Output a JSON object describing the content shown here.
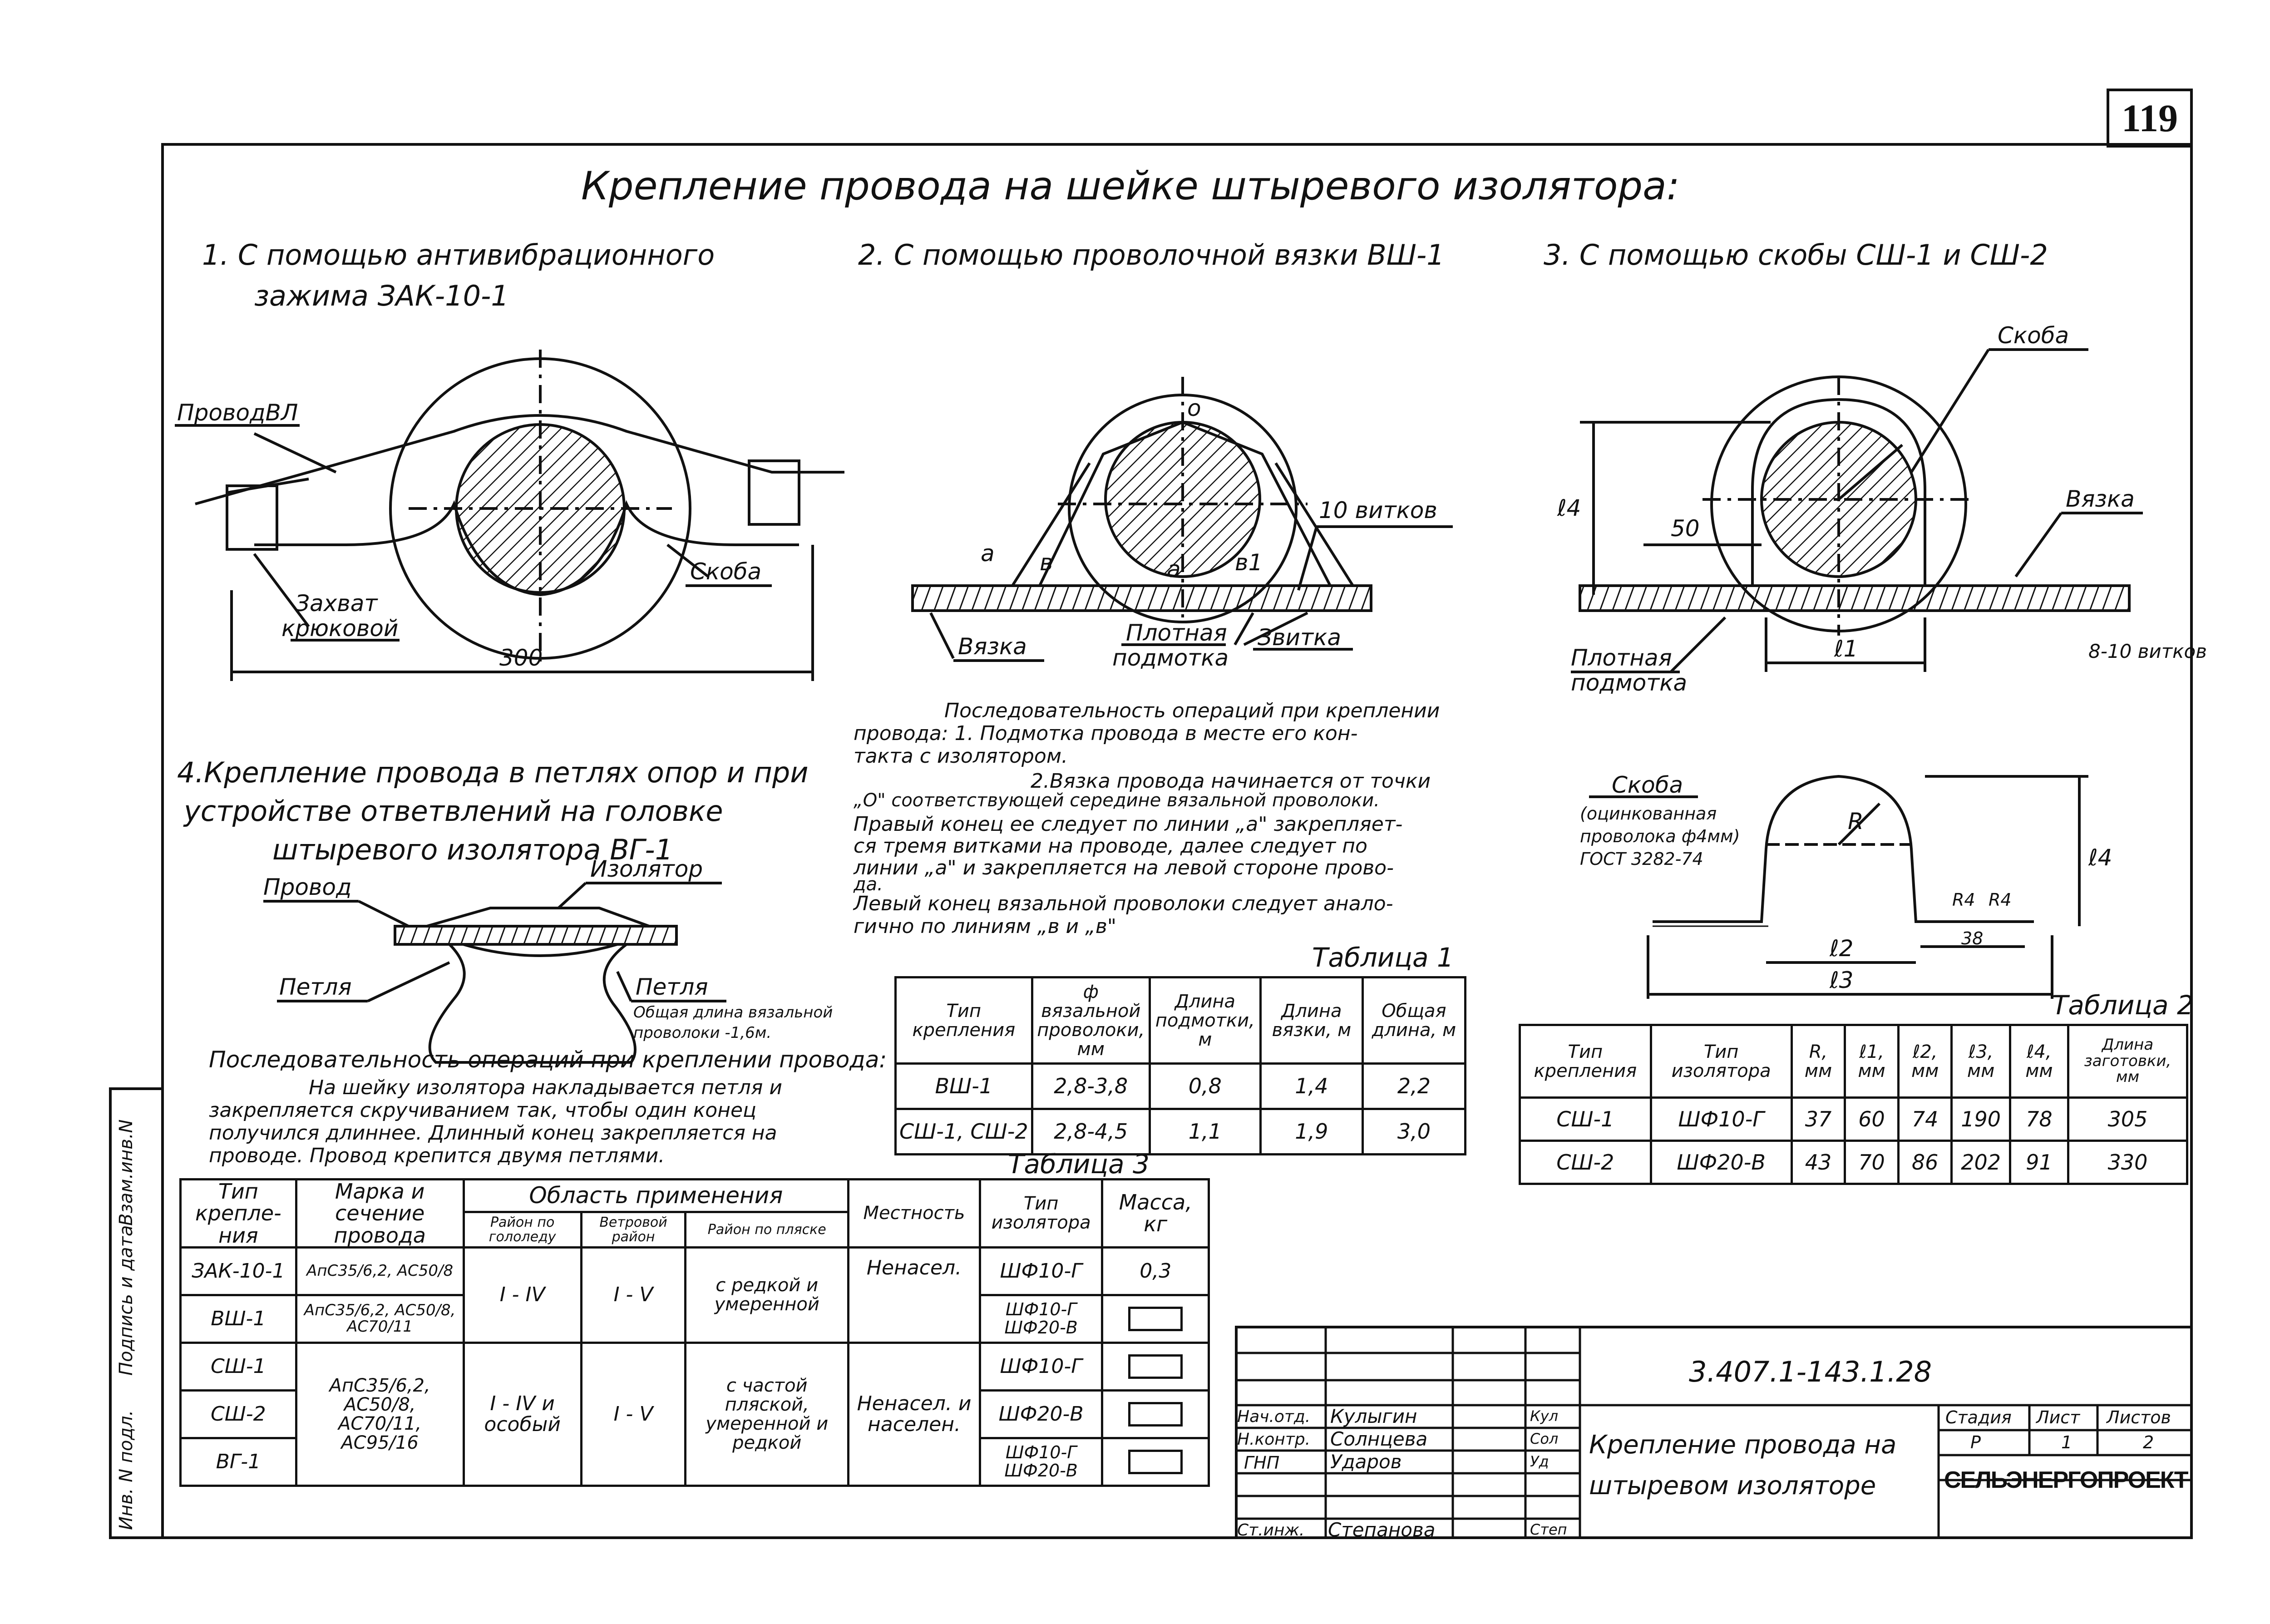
{
  "sheet_number": "119",
  "main_title": "Крепление провода на шейке штыревого изолятора:",
  "sec1": {
    "line1": "1. С помощью антивибрационного",
    "line2": "зажима ЗАК-10-1",
    "labels": {
      "wire": "ПроводВЛ",
      "grip1": "Захват",
      "grip2": "крюковой",
      "bracket": "Скоба",
      "dim": "300"
    }
  },
  "sec2": {
    "title": "2. С помощью проволочной вязки ВШ-1",
    "labels": {
      "o": "о",
      "a1": "а",
      "v1": "в",
      "a2": "а",
      "v2": "в1",
      "turns": "10 витков",
      "tie": "Вязка",
      "dense1": "Плотная",
      "dense2": "подмотка",
      "turn": "Звитка"
    }
  },
  "sec3": {
    "title": "3. С помощью скобы СШ-1 и СШ-2",
    "labels": {
      "bracket": "Скоба",
      "tie": "Вязка",
      "l4": "ℓ4",
      "d50": "50",
      "l1": "ℓ1",
      "dense1": "Плотная",
      "dense2": "подмотка",
      "turns": "8-10 витков"
    }
  },
  "bracket_detail": {
    "l1": "Скоба",
    "l2": "(оцинкованная",
    "l3": "проволока ф4мм)",
    "l4": "ГОСТ 3282-74",
    "R": "R",
    "l4dim": "ℓ4",
    "r4a": "R4",
    "r4b": "R4",
    "d38": "38",
    "l2dim": "ℓ2",
    "l3dim": "ℓ3"
  },
  "procedure2": [
    "Последовательность операций при креплении",
    "провода:   1. Подмотка провода в месте его кон-",
    "такта с изолятором.",
    "2.Вязка провода начинается от точки",
    "„О\" соответствующей середине вязальной проволоки.",
    "Правый конец ее следует по линии „а\" закрепляет-",
    "ся тремя витками на проводе, далее следует по",
    "линии „а\" и закрепляется на левой стороне прово-",
    "да.",
    "Левый конец вязальной проволоки следует анало-",
    "гично по линиям „в и „в\""
  ],
  "sec4": {
    "line1": "4.Крепление провода в петлях опор и при",
    "line2": "устройстве ответвлений на головке",
    "line3": "штыревого изолятора ВГ-1",
    "labels": {
      "wire": "Провод",
      "insulator": "Изолятор",
      "loop1": "Петля",
      "loop2": "Петля",
      "note1": "Общая длина вязальной",
      "note2": "проволоки -1,6м."
    }
  },
  "procedure4": [
    "Последовательность операций при креплении провода:",
    "На шейку изолятора накладывается петля и",
    "закрепляется скручиванием так, чтобы один конец",
    "получился длиннее. Длинный конец закрепляется на",
    "проводе.  Провод крепится двумя петлями."
  ],
  "table1": {
    "caption": "Таблица 1",
    "headers": [
      "Тип крепления",
      "ф вязальной проволоки, мм",
      "Длина подмотки, м",
      "Длина вязки, м",
      "Общая длина, м"
    ],
    "rows": [
      [
        "ВШ-1",
        "2,8-3,8",
        "0,8",
        "1,4",
        "2,2"
      ],
      [
        "СШ-1, СШ-2",
        "2,8-4,5",
        "1,1",
        "1,9",
        "3,0"
      ]
    ]
  },
  "table2": {
    "caption": "Таблица 2",
    "headers": [
      "Тип крепления",
      "Тип изолятора",
      "R, мм",
      "ℓ1, мм",
      "ℓ2, мм",
      "ℓ3, мм",
      "ℓ4, мм",
      "Длина заготовки, мм"
    ],
    "rows": [
      [
        "СШ-1",
        "ШФ10-Г",
        "37",
        "60",
        "74",
        "190",
        "78",
        "305"
      ],
      [
        "СШ-2",
        "ШФ20-В",
        "43",
        "70",
        "86",
        "202",
        "91",
        "330"
      ]
    ]
  },
  "table3": {
    "caption": "Таблица 3",
    "headers": {
      "type": "Тип крепле-ния",
      "brand": "Марка и сечение провода",
      "area": "Область применения",
      "ice": "Район по гололеду",
      "wind": "Ветровой район",
      "dance": "Район по пляске",
      "place": "Местность",
      "insulator": "Тип изолятора",
      "mass": "Масса, кг"
    },
    "rows": {
      "zak": {
        "type": "ЗАК-10-1",
        "brand": "АпС35/6,2, АС50/8",
        "ice": "I - IV",
        "wind": "I - V",
        "dance": "с редкой и умеренной",
        "place": "Ненасел.",
        "insulator": "ШФ10-Г",
        "mass": "0,3"
      },
      "vsh": {
        "type": "ВШ-1",
        "brand": "АпС35/6,2, АС50/8, АС70/11",
        "insulator": "ШФ10-Г ШФ20-В"
      },
      "ssh1": {
        "type": "СШ-1",
        "brand": "АпС35/6,2, АС50/8, АС70/11, АС95/16",
        "ice": "I - IV и особый",
        "wind": "I - V",
        "dance": "с частой пляской, умеренной и редкой",
        "place": "Ненасел. и населен.",
        "insulator": "ШФ10-Г"
      },
      "ssh2": {
        "type": "СШ-2",
        "insulator": "ШФ20-В"
      },
      "vg": {
        "type": "ВГ-1",
        "insulator": "ШФ10-Г ШФ20-В"
      }
    }
  },
  "stamp": {
    "code": "3.407.1-143.1.28",
    "title1": "Крепление провода на",
    "title2": "штыревом изоляторе",
    "stage_h": "Стадия",
    "sheet_h": "Лист",
    "sheets_h": "Листов",
    "stage": "Р",
    "sheet": "1",
    "sheets": "2",
    "org": "СЕЛЬЭНЕРГОПРОЕКТ",
    "people": [
      [
        "Нач.отд.",
        "Кулыгин",
        "Кул"
      ],
      [
        "Н.контр.",
        "Солнцева",
        "Сол"
      ],
      [
        "ГНП",
        "Ударов",
        "Уд"
      ],
      [
        "Ст.инж.",
        "Степанова",
        "Степ"
      ]
    ]
  },
  "side": {
    "a": "Инв. N подл.",
    "b": "Подпись и дата",
    "c": "Взам.инв.N"
  }
}
